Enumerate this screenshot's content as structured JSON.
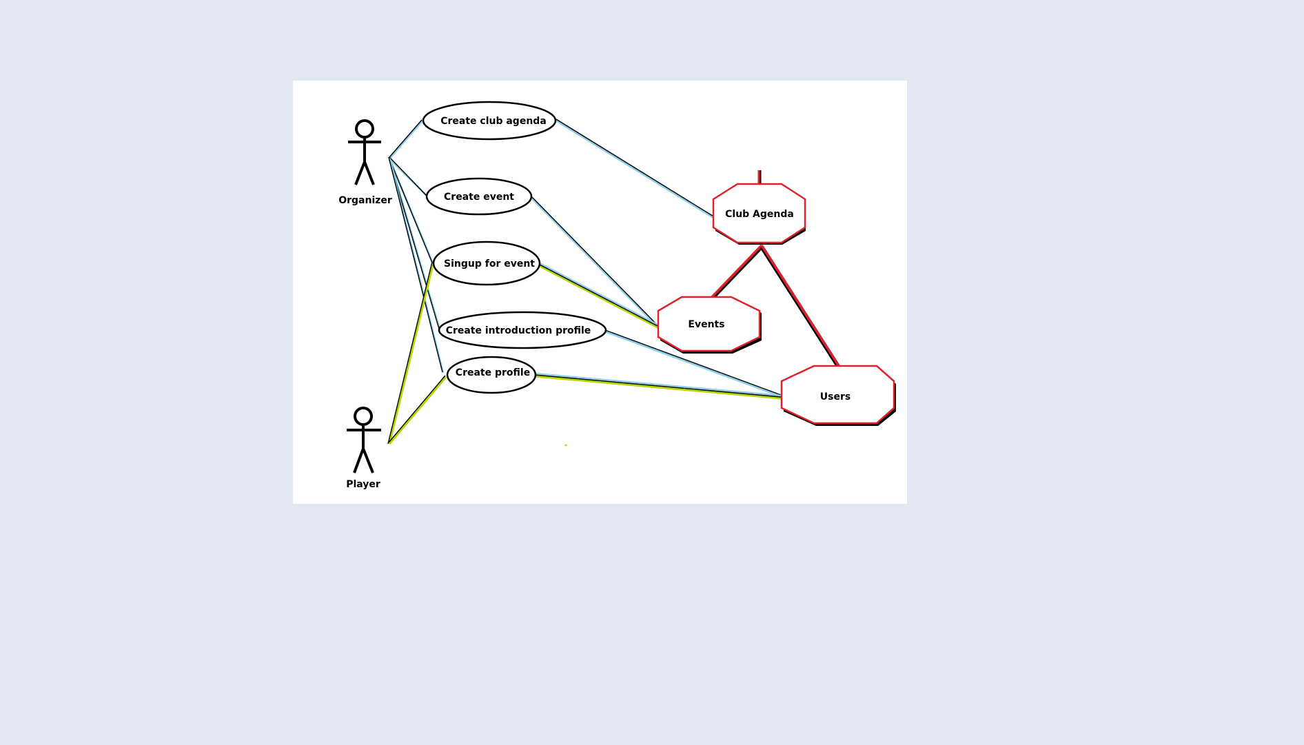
{
  "diagram": {
    "actors": [
      {
        "id": "organizer",
        "label": "Organizer"
      },
      {
        "id": "player",
        "label": "Player"
      }
    ],
    "use_cases": [
      {
        "id": "uc1",
        "label": "Create club agenda"
      },
      {
        "id": "uc2",
        "label": "Create event"
      },
      {
        "id": "uc3",
        "label": "Singup for event"
      },
      {
        "id": "uc4",
        "label": "Create introduction profile"
      },
      {
        "id": "uc5",
        "label": "Create profile"
      }
    ],
    "entities": [
      {
        "id": "club-agenda",
        "label": "Club Agenda"
      },
      {
        "id": "events",
        "label": "Events"
      },
      {
        "id": "users",
        "label": "Users"
      }
    ],
    "colors": {
      "organizer_link": "#8ecfe8",
      "player_link": "#b8d400",
      "entity_border": "#e0202a",
      "ink": "#000000"
    }
  }
}
